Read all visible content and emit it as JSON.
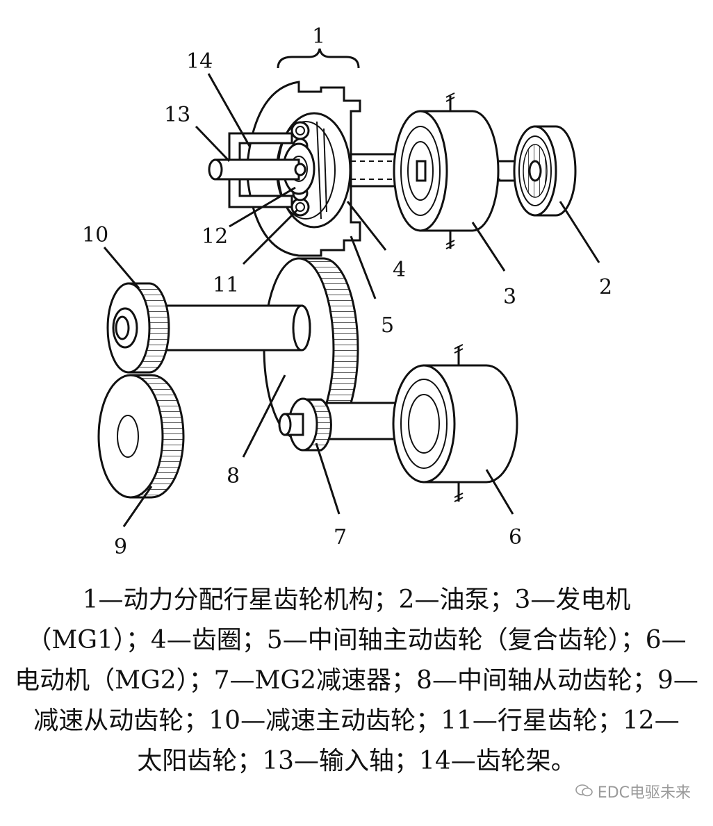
{
  "callouts": {
    "c1": "1",
    "c2": "2",
    "c3": "3",
    "c4": "4",
    "c5": "5",
    "c6": "6",
    "c7": "7",
    "c8": "8",
    "c9": "9",
    "c10": "10",
    "c11": "11",
    "c12": "12",
    "c13": "13",
    "c14": "14"
  },
  "caption": {
    "line1": "1—动力分配行星齿轮机构；2—油泵；3—发电机",
    "line2": "（MG1）；4—齿圈；5—中间轴主动齿轮（复合齿轮）；6—",
    "line3": "电动机（MG2）；7—MG2减速器；8—中间轴从动齿轮；9—",
    "line4": "减速从动齿轮；10—减速主动齿轮；11—行星齿轮；12—",
    "line5": "太阳齿轮；13—输入轴；14—齿轮架。"
  },
  "watermark": {
    "text": "EDC电驱未来",
    "icon": "wechat-icon"
  }
}
